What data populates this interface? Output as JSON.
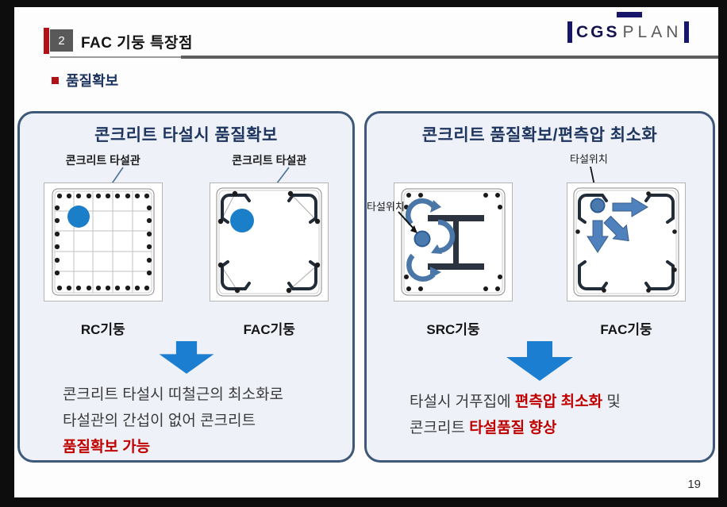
{
  "slide": {
    "page_number": "19"
  },
  "header": {
    "section_number": "2",
    "title": "FAC 기둥 특장점",
    "bullet_label": "품질확보"
  },
  "logo": {
    "cgs": "CGS",
    "plan": "PLAN"
  },
  "left_panel": {
    "title": "콘크리트 타설시 품질확보",
    "diagram_rc": {
      "label": "콘크리트 타설관",
      "caption": "RC기둥"
    },
    "diagram_fac": {
      "label": "콘크리트 타설관",
      "caption": "FAC기둥"
    },
    "description": {
      "line1": "콘크리트 타설시 띠철근의 최소화로",
      "line2": "타설관의 간섭이 없어 콘크리트",
      "line3": "품질확보 가능"
    }
  },
  "right_panel": {
    "title": "콘크리트 품질확보/편측압 최소화",
    "diagram_src": {
      "label": "타설위치",
      "caption": "SRC기둥"
    },
    "diagram_fac": {
      "label": "타설위치",
      "caption": "FAC기둥"
    },
    "description": {
      "line1_pre": "타설시 거푸집에 ",
      "line1_red": "편측압 최소화",
      "line1_post": " 및",
      "line2_pre": "콘크리트 ",
      "line2_red": "타설품질 향상"
    }
  },
  "colors": {
    "accent_blue": "#1b7ed0",
    "steel_blue": "#4a76a8",
    "navy_title": "#1e3560",
    "red": "#c00000",
    "panel_border": "#3d5878",
    "panel_bg": "#eef2f8",
    "rule_gray": "#5e5e5e",
    "logo_navy": "#16166b"
  }
}
